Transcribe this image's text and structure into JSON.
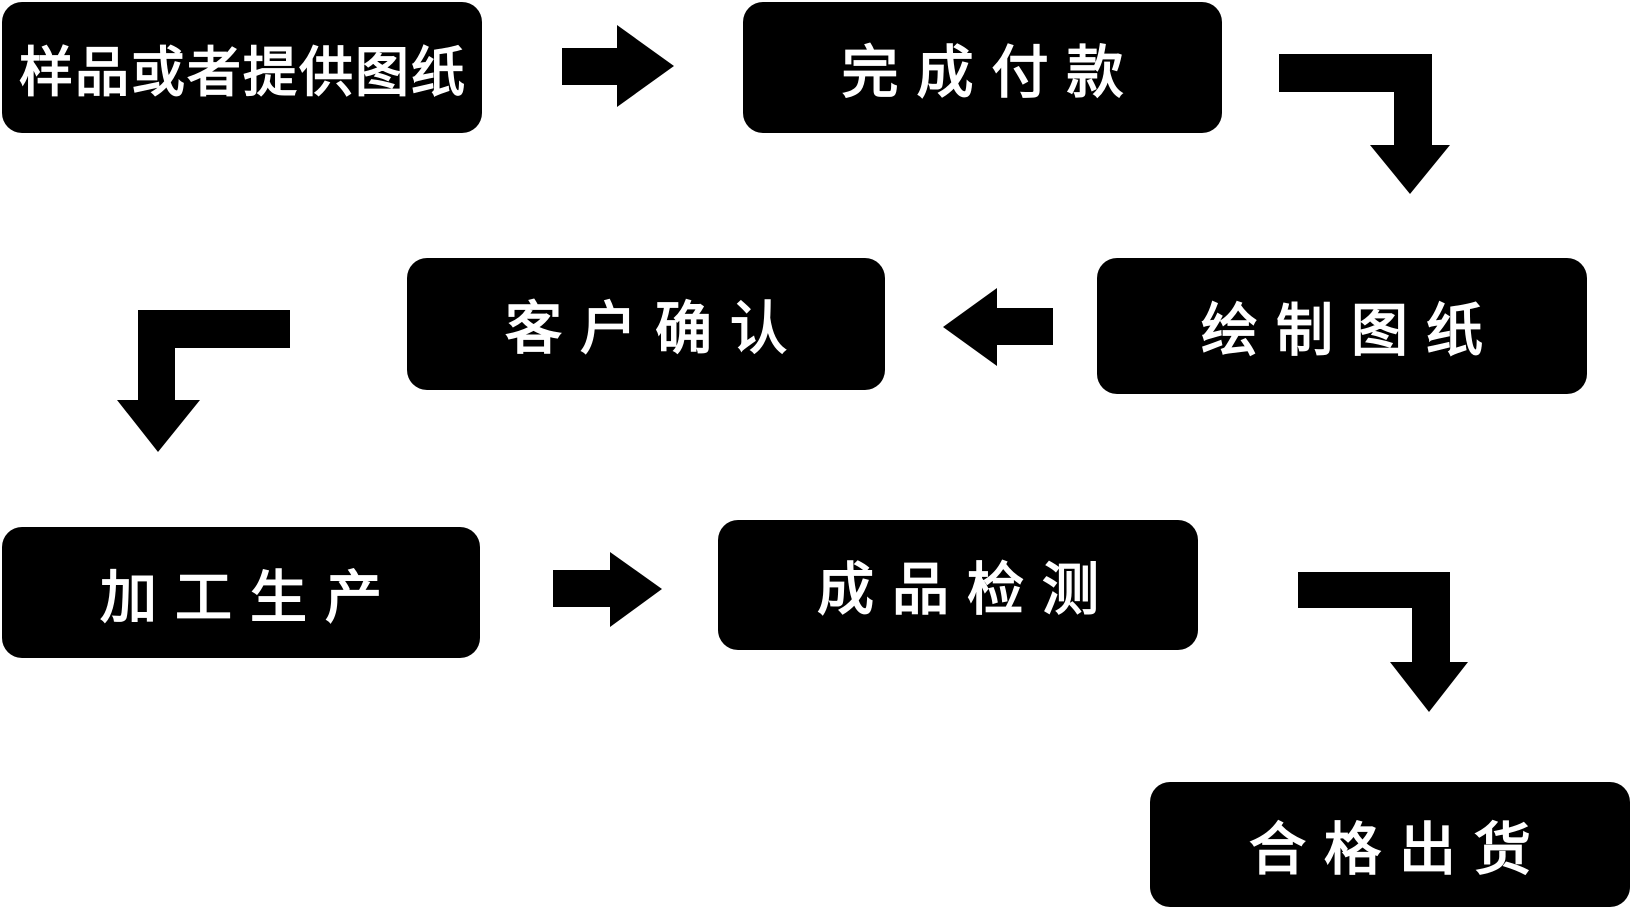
{
  "diagram": {
    "type": "flowchart",
    "colors": {
      "background": "#ffffff",
      "node_fill": "#000000",
      "node_text": "#ffffff",
      "arrow": "#000000"
    },
    "nodes": [
      {
        "id": "sample",
        "label": "样品或者提供图纸"
      },
      {
        "id": "payment",
        "label": "完成付款"
      },
      {
        "id": "draw",
        "label": "绘制图纸"
      },
      {
        "id": "confirm",
        "label": "客户确认"
      },
      {
        "id": "production",
        "label": "加工生产"
      },
      {
        "id": "inspection",
        "label": "成品检测"
      },
      {
        "id": "shipment",
        "label": "合格出货"
      }
    ],
    "edges": [
      {
        "from": "sample",
        "to": "payment",
        "icon": "right-arrow-icon"
      },
      {
        "from": "payment",
        "to": "draw",
        "icon": "elbow-down-arrow-icon"
      },
      {
        "from": "draw",
        "to": "confirm",
        "icon": "left-arrow-icon"
      },
      {
        "from": "confirm",
        "to": "production",
        "icon": "elbow-down-left-arrow-icon"
      },
      {
        "from": "production",
        "to": "inspection",
        "icon": "right-arrow-icon"
      },
      {
        "from": "inspection",
        "to": "shipment",
        "icon": "elbow-down-arrow-icon"
      }
    ]
  }
}
